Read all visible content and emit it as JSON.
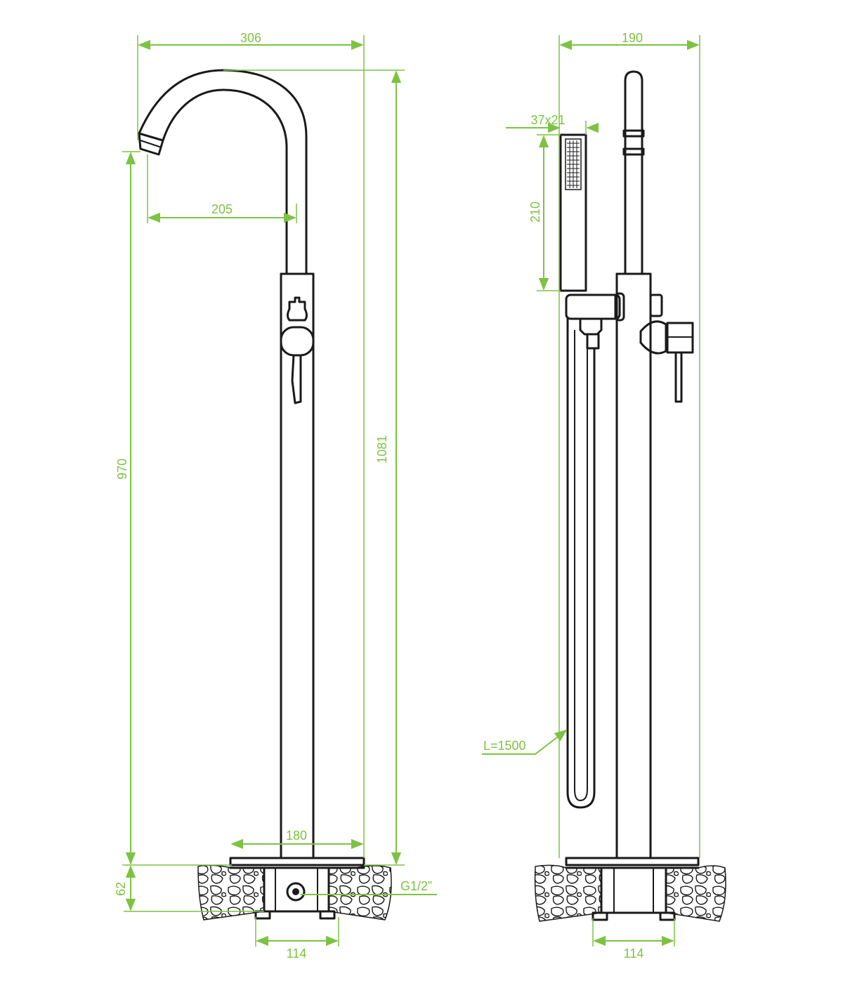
{
  "colors": {
    "dimension": "#7dc242",
    "outline": "#1a1a1a"
  },
  "front": {
    "width_total": "306",
    "spout_reach": "205",
    "spout_height": "970",
    "total_height": "1081",
    "base_plate": "180",
    "below_floor": "62",
    "connection": "G1/2”",
    "box_width": "114"
  },
  "side": {
    "width_total": "190",
    "handshower_section": "37x21",
    "handshower_length": "210",
    "hose_length": "L=1500",
    "box_width": "114"
  }
}
